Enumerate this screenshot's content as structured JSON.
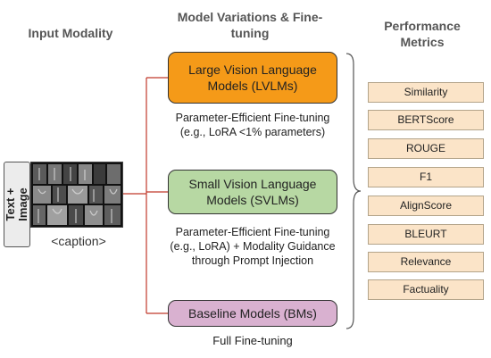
{
  "headings": {
    "input": "Input Modality",
    "model": "Model Variations & Fine-tuning",
    "performance": "Performance Metrics"
  },
  "input": {
    "tag_line1": "Text +",
    "tag_line2": "Image",
    "caption": "<caption>"
  },
  "models": {
    "lvlm": "Large Vision Language Models (LVLMs)",
    "svlm": "Small Vision Language Models (SVLMs)",
    "bm": "Baseline Models (BMs)"
  },
  "methods": {
    "lvlm": "Parameter-Efficient Fine-tuning (e.g., LoRA <1% parameters)",
    "svlm": "Parameter-Efficient Fine-tuning (e.g., LoRA) + Modality Guidance through Prompt Injection",
    "bm": "Full Fine-tuning"
  },
  "metrics": [
    "Similarity",
    "BERTScore",
    "ROUGE",
    "F1",
    "AlignScore",
    "BLEURT",
    "Relevance",
    "Factuality"
  ],
  "colors": {
    "lvlm_fill": "#f59a18",
    "svlm_fill": "#b7d8a3",
    "bm_fill": "#d9b1d0",
    "metric_fill": "#fbe4c8",
    "connector": "#c0392b"
  }
}
